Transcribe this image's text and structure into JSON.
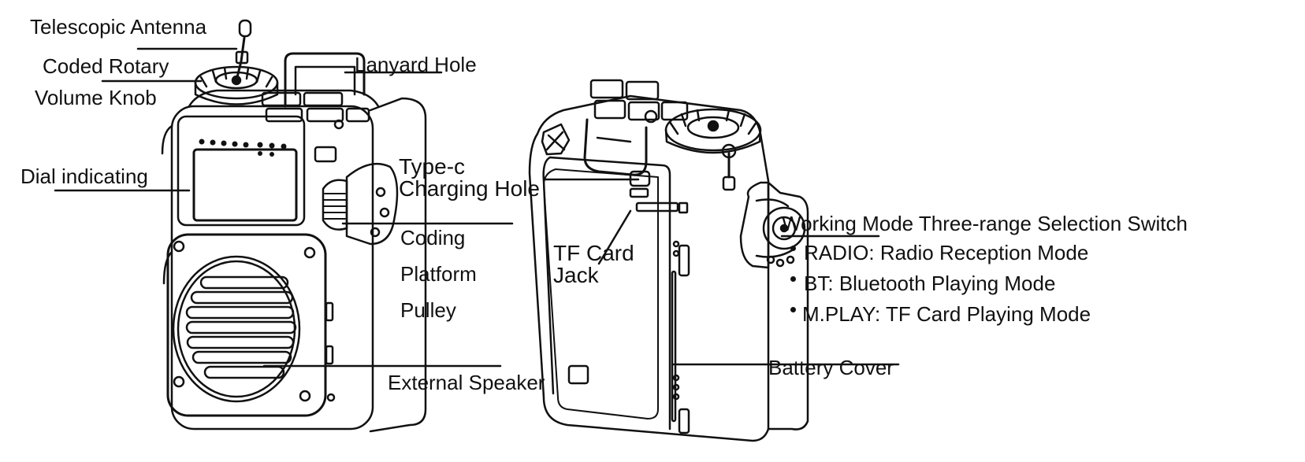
{
  "labels": {
    "telescopic_antenna": "Telescopic Antenna",
    "coded_rotary": "Coded Rotary",
    "volume_knob": "Volume Knob",
    "lanyard_hole": "Lanyard Hole",
    "dial_indicating": "Dial indicating",
    "type_c_line1": "Type-c",
    "type_c_line2": "Charging Hole",
    "coding": "Coding",
    "platform": "Platform",
    "pulley": "Pulley",
    "external_speaker": "External Speaker",
    "tf_card_line1": "TF Card",
    "tf_card_line2": "Jack",
    "working_mode": "Working Mode Three-range Selection Switch",
    "battery_cover": "Battery Cover"
  },
  "modes": [
    {
      "code": "RADIO:",
      "description": "Radio Reception Mode"
    },
    {
      "code": "BT:",
      "description": "Bluetooth Playing Mode"
    },
    {
      "code": "M.PLAY: TF",
      "description": "Card Playing Mode"
    }
  ],
  "device_front": {
    "led_count": 10,
    "speaker_slots": 7
  },
  "colors": {
    "line": "#111111",
    "background": "#ffffff"
  }
}
